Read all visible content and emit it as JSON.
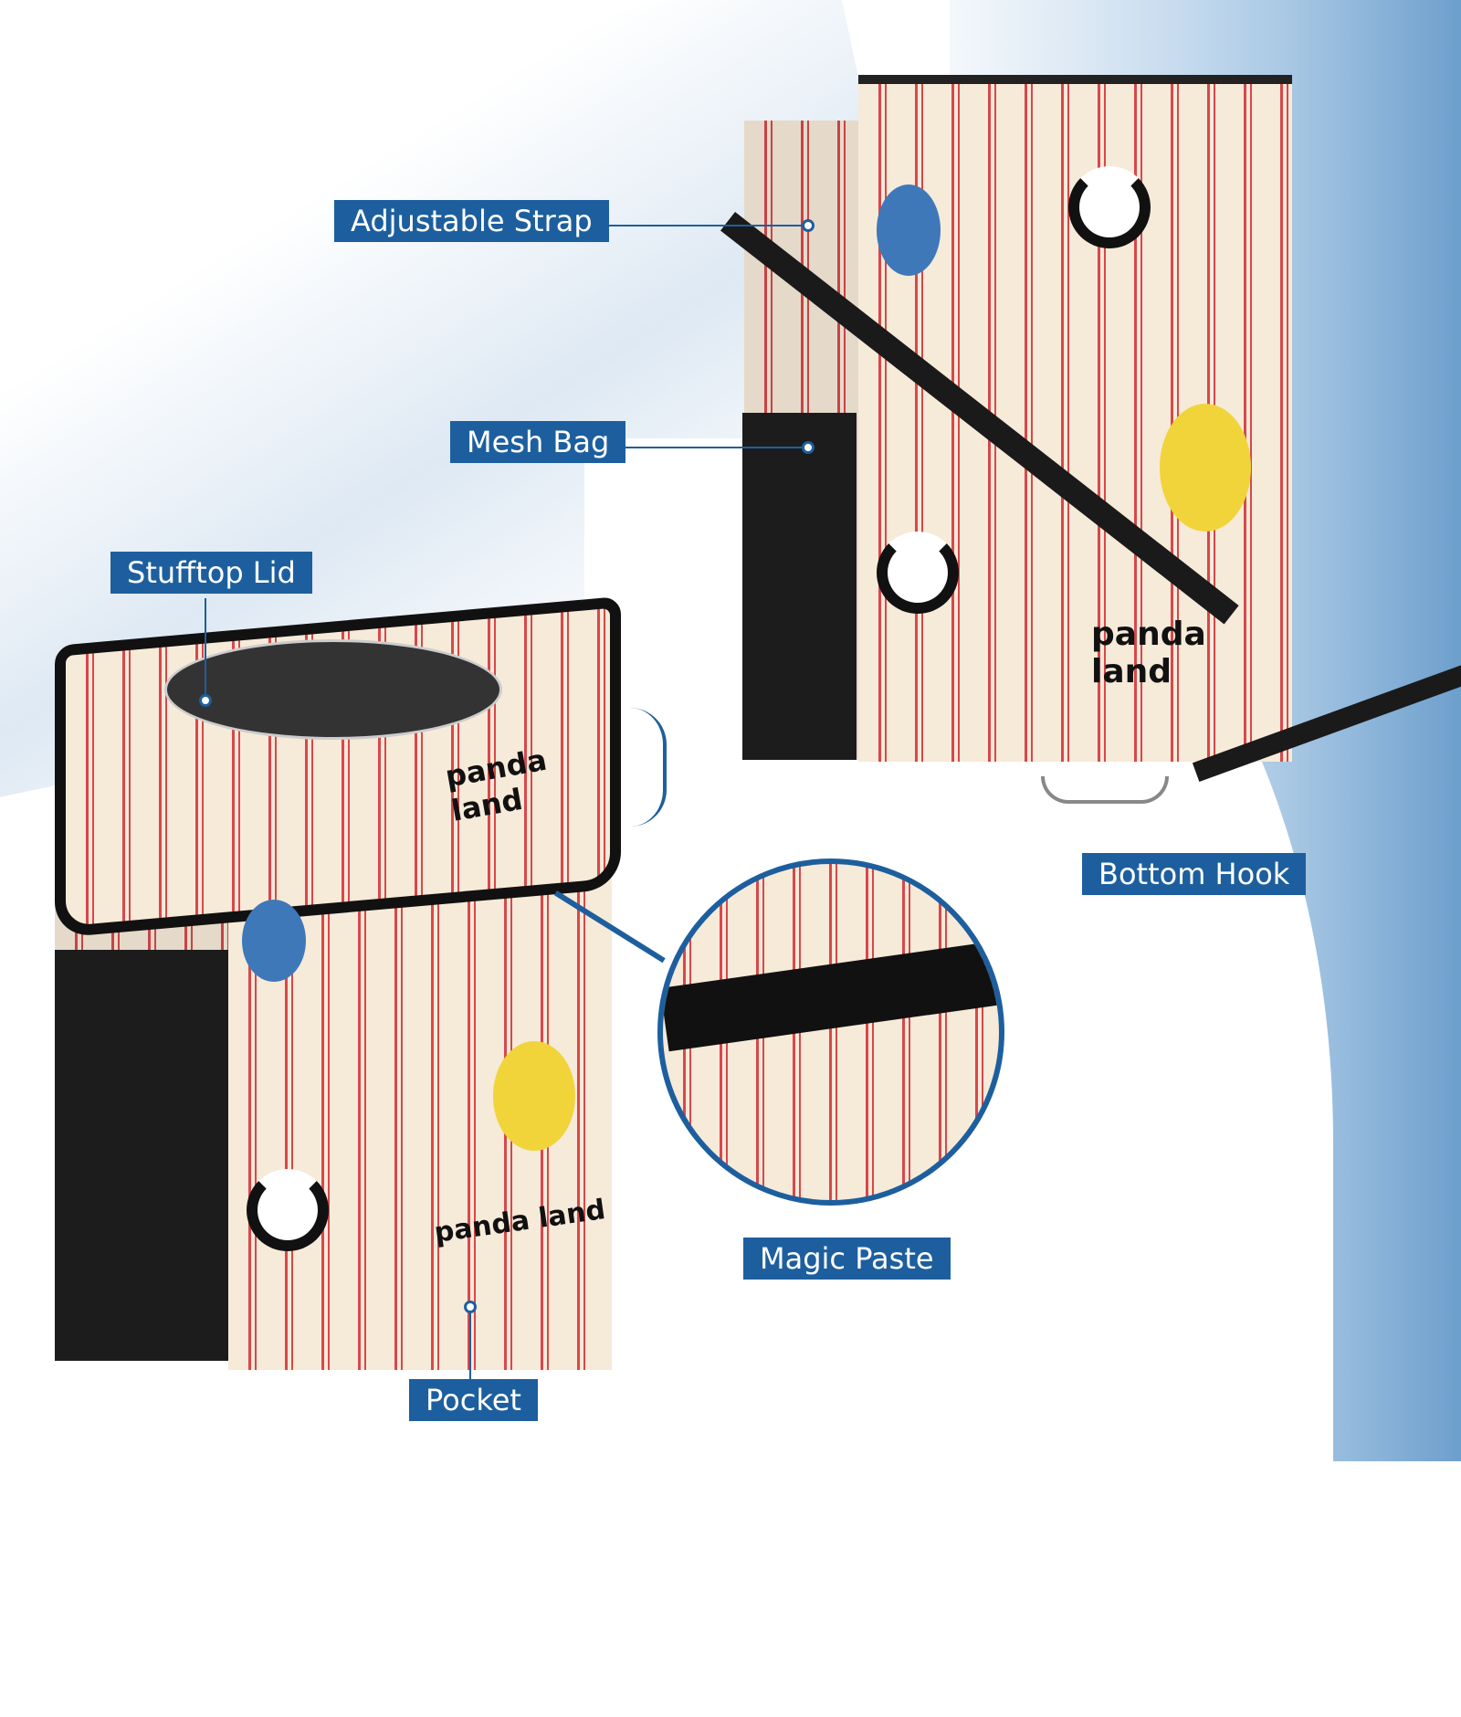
{
  "callouts": {
    "adjustable_strap": "Adjustable Strap",
    "mesh_bag": "Mesh Bag",
    "stufftop_lid": "Stufftop Lid",
    "bottom_hook": "Bottom Hook",
    "magic_paste": "Magic Paste",
    "pocket": "Pocket"
  },
  "product_print": {
    "brand_text_back": "panda land",
    "brand_text_front_lid": "panda land",
    "brand_text_front_pocket": "panda land"
  },
  "colors": {
    "label_blue": "#1d5f9e",
    "stripe_red": "#d9474b",
    "fabric_cream": "#f6ead9",
    "dot_blue": "#3f78b8",
    "dot_yellow": "#f0d43a"
  }
}
